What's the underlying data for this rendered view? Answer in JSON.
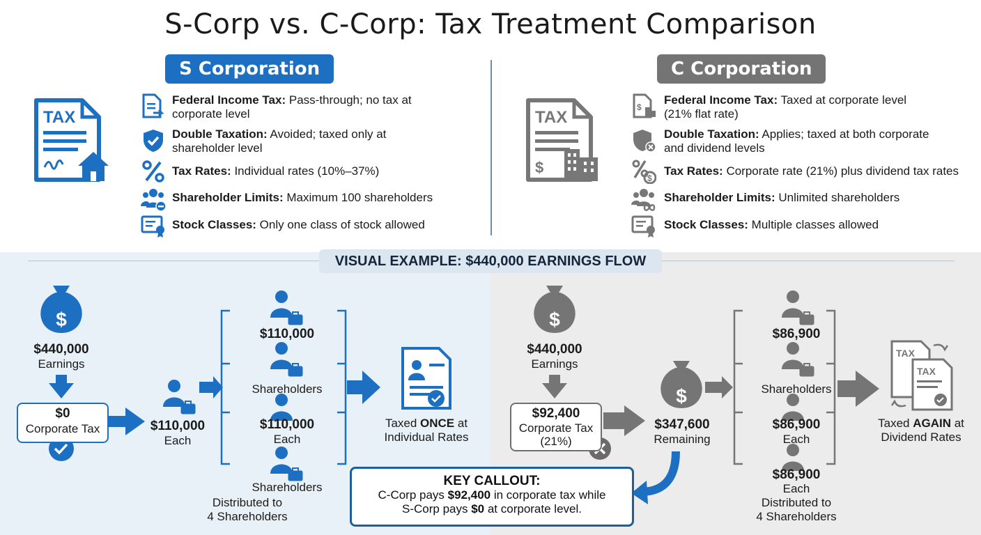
{
  "title": "S-Corp vs. C-Corp: Tax Treatment Comparison",
  "colors": {
    "s_accent": "#1d6fc1",
    "c_accent": "#747474",
    "s_panel_bg": "#e9f1f8",
    "c_panel_bg": "#ececec"
  },
  "s_corp": {
    "heading": "S Corporation",
    "main_icon": "tax-document-house-icon",
    "features": [
      {
        "icon": "document-arrow-icon",
        "label": "Federal Income Tax:",
        "line1": " Pass-through; no tax at",
        "line2": "corporate level"
      },
      {
        "icon": "shield-check-icon",
        "label": "Double Taxation:",
        "line1": " Avoided; taxed only at",
        "line2": "shareholder level"
      },
      {
        "icon": "percent-icon",
        "label": "Tax Rates:",
        "line1": " Individual rates (10%–37%)",
        "line2": ""
      },
      {
        "icon": "people-minus-icon",
        "label": "Shareholder Limits:",
        "line1": " Maximum 100 shareholders",
        "line2": ""
      },
      {
        "icon": "certificate-icon",
        "label": "Stock Classes:",
        "line1": " Only one class of stock allowed",
        "line2": ""
      }
    ]
  },
  "c_corp": {
    "heading": "C Corporation",
    "main_icon": "tax-document-building-icon",
    "features": [
      {
        "icon": "document-building-icon",
        "label": "Federal Income Tax:",
        "line1": " Taxed at corporate level",
        "line2": "(21% flat rate)"
      },
      {
        "icon": "shield-x-icon",
        "label": "Double Taxation:",
        "line1": " Applies; taxed at both corporate",
        "line2": "and dividend levels"
      },
      {
        "icon": "percent-coin-icon",
        "label": "Tax Rates:",
        "line1": " Corporate rate (21%) plus dividend tax rates",
        "line2": ""
      },
      {
        "icon": "people-infinity-icon",
        "label": "Shareholder Limits:",
        "line1": " Unlimited shareholders",
        "line2": ""
      },
      {
        "icon": "certificate-icon",
        "label": "Stock Classes:",
        "line1": " Multiple classes allowed",
        "line2": ""
      }
    ]
  },
  "example": {
    "banner": "VISUAL EXAMPLE: $440,000 EARNINGS FLOW",
    "s_flow": {
      "earnings_amount": "$440,000",
      "earnings_label": "Earnings",
      "tax_amount": "$0",
      "tax_label": "Corporate Tax",
      "each_amount": "$110,000",
      "each_label": "Each",
      "shareholders": [
        {
          "amount": "$110,000",
          "label": ""
        },
        {
          "amount": "",
          "label": "Shareholders"
        },
        {
          "amount": "$110,000",
          "label": "Each"
        },
        {
          "amount": "",
          "label": "Shareholders"
        }
      ],
      "distributed_line1": "Distributed to",
      "distributed_line2": "4 Shareholders",
      "result_prefix": "Taxed ",
      "result_emph": "ONCE",
      "result_suffix": " at",
      "result_line2": "Individual Rates"
    },
    "c_flow": {
      "earnings_amount": "$440,000",
      "earnings_label": "Earnings",
      "tax_amount": "$92,400",
      "tax_label": "Corporate Tax",
      "tax_rate": "(21%)",
      "remaining_amount": "$347,600",
      "remaining_label": "Remaining",
      "shareholders": [
        {
          "amount": "$86,900",
          "label": ""
        },
        {
          "amount": "",
          "label": "Shareholders"
        },
        {
          "amount": "$86,900",
          "label": "Each"
        },
        {
          "amount": "$86,900",
          "label": "Each"
        }
      ],
      "distributed_line1": "Distributed to",
      "distributed_line2": "4 Shareholders",
      "result_prefix": "Taxed ",
      "result_emph": "AGAIN",
      "result_suffix": " at",
      "result_line2": "Dividend Rates"
    },
    "callout": {
      "heading": "KEY CALLOUT:",
      "line1_a": "C-Corp pays ",
      "line1_b": "$92,400",
      "line1_c": " in corporate tax while",
      "line2_a": "S-Corp pays ",
      "line2_b": "$0",
      "line2_c": " at corporate level."
    }
  }
}
